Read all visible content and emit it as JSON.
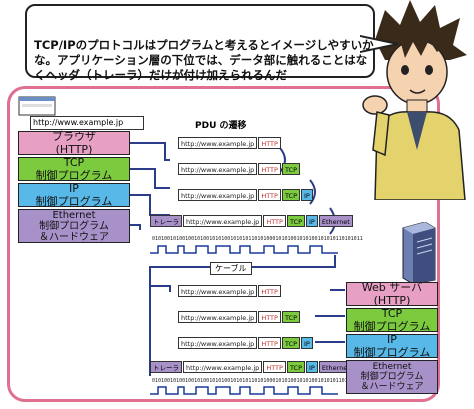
{
  "speech_bubble": {
    "text": "TCP/IPのプロトコルはプログラムと考えるとイメージしやすいかな。アプリケーション層の下位では、データ部に触れることはなくヘッダ（トレーラ）だけが付け加えられるんだ"
  },
  "diagram": {
    "title": "PDU の遷移",
    "cable_label": "ケーブル",
    "client": {
      "url_bar": "http://www.example.jp",
      "layers": [
        {
          "label": "ブラウザ\n(HTTP)",
          "color": "#e7a0c4"
        },
        {
          "label": "TCP\n制御プログラム",
          "color": "#7ccb3e"
        },
        {
          "label": "IP\n制御プログラム",
          "color": "#58b8e8"
        },
        {
          "label": "Ethernet\n制御プログラム\n＆ハードウェア",
          "color": "#a891c8"
        }
      ]
    },
    "server": {
      "layers": [
        {
          "label": "Web サーバ\n(HTTP)",
          "color": "#e7a0c4"
        },
        {
          "label": "TCP\n制御プログラム",
          "color": "#7ccb3e"
        },
        {
          "label": "IP\n制御プログラム",
          "color": "#58b8e8"
        },
        {
          "label": "Ethernet\n制御プログラム\n＆ハードウェア",
          "color": "#a891c8"
        }
      ]
    },
    "pdu_fields": {
      "data": "http://www.example.jp",
      "http": "HTTP",
      "tcp": "TCP",
      "ip": "IP",
      "ethernet": "Ethernet",
      "trailer": "トレーラ"
    },
    "bit_string": "0101001010010010100101010010101011010100010101001010100101010110101011"
  }
}
